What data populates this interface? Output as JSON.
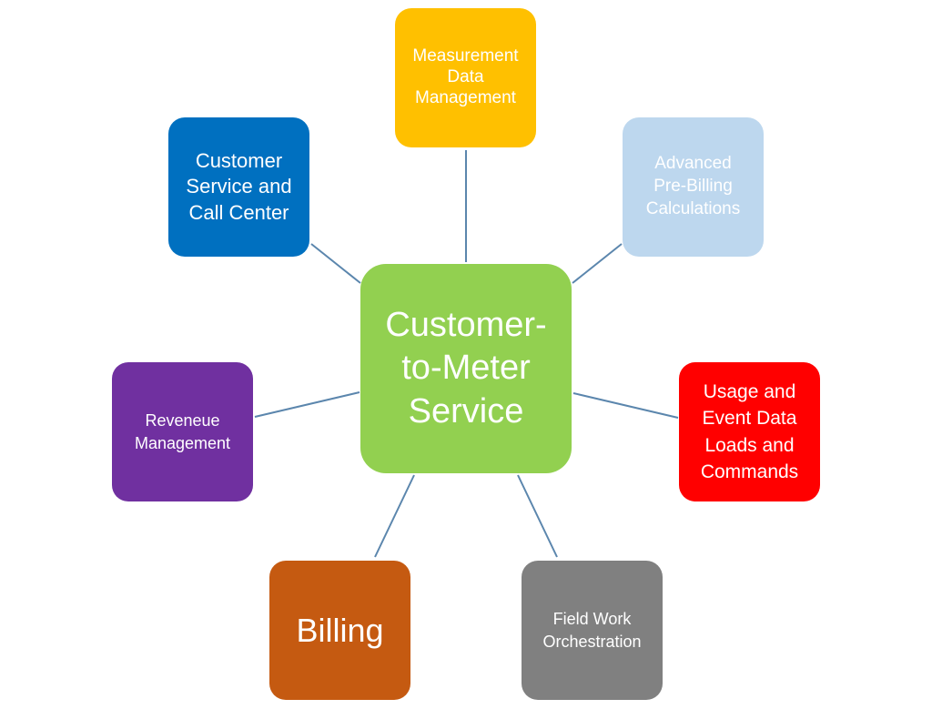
{
  "diagram": {
    "center": {
      "label": "Customer-\nto-Meter\nService",
      "color": "#92d050"
    },
    "nodes": {
      "measurement": {
        "label": "Measurement\nData\nManagement",
        "color": "#ffc000"
      },
      "customer_service": {
        "label": "Customer\nService and\nCall Center",
        "color": "#0070c0"
      },
      "pre_billing": {
        "label": "Advanced\nPre-Billing\nCalculations",
        "color": "#bdd7ee"
      },
      "revenue": {
        "label": "Reveneue\nManagement",
        "color": "#7030a0"
      },
      "usage": {
        "label": "Usage and\nEvent Data\nLoads and\nCommands",
        "color": "#ff0000"
      },
      "billing": {
        "label": "Billing",
        "color": "#c55a11"
      },
      "field_work": {
        "label": "Field Work\nOrchestration",
        "color": "#808080"
      }
    },
    "connector_color": "#5b86ad"
  }
}
